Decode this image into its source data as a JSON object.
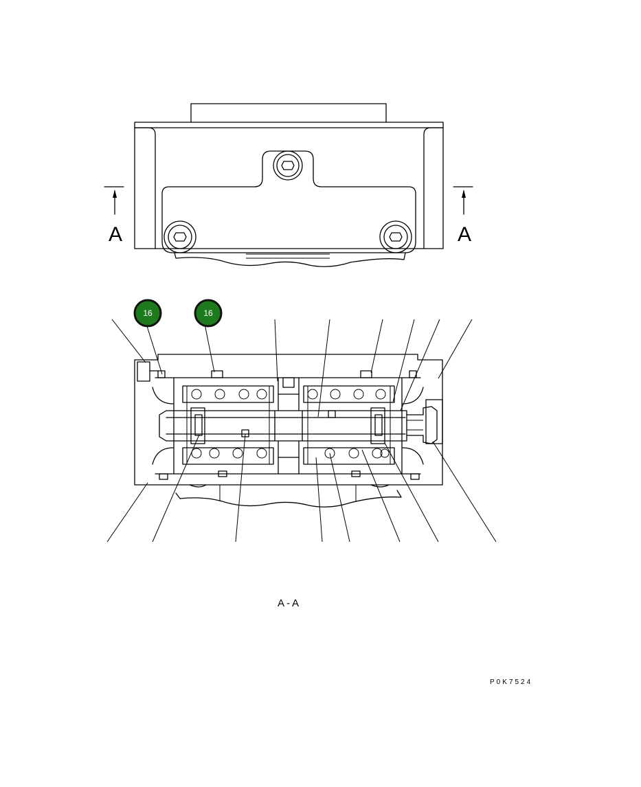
{
  "section_marker_left": "A",
  "section_marker_right": "A",
  "section_caption": "A-A",
  "callouts": [
    {
      "id": "callout-16-a",
      "label": "16"
    },
    {
      "id": "callout-16-b",
      "label": "16"
    }
  ],
  "drawing_code": "P0K7524",
  "colors": {
    "badge_fill": "#1d7a1d",
    "badge_ring": "#111111",
    "line": "#000000"
  }
}
